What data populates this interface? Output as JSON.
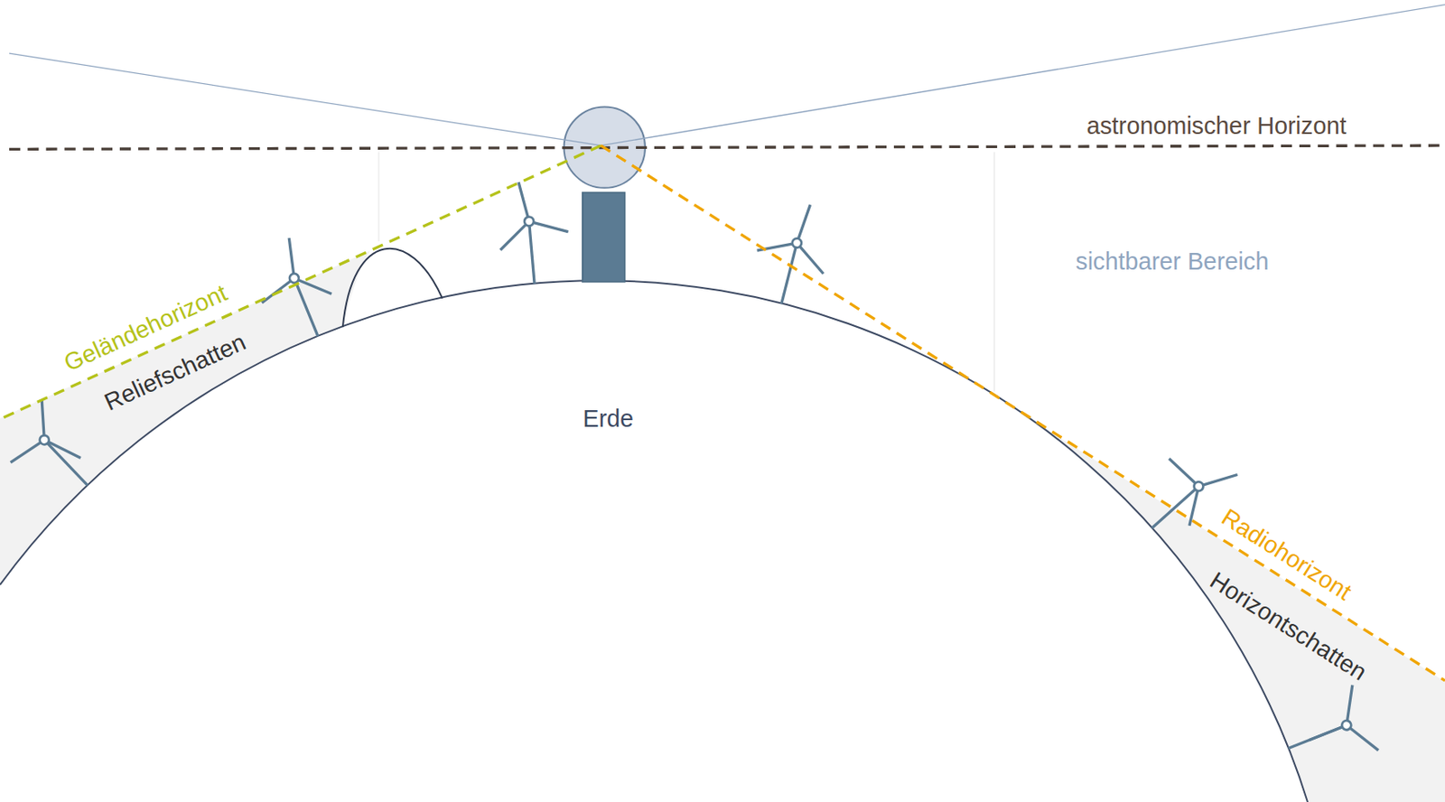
{
  "diagram": {
    "labels": [
      "astronomischer Horizont",
      "sichtbarer Bereich",
      "Geländehorizont",
      "Reliefschatten",
      "Erde",
      "Radiohorizont",
      "Horizontschatten"
    ]
  }
}
